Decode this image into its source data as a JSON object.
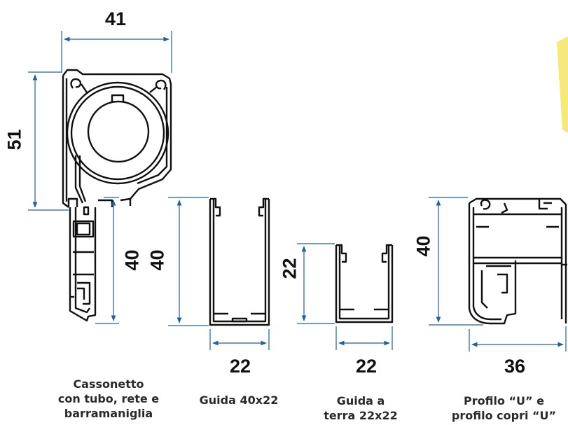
{
  "dimensions": {
    "cassonetto_width": "41",
    "cassonetto_height": "51",
    "cassonetto_guide_height_a": "40",
    "cassonetto_guide_height_b": "40",
    "guida_width": "22",
    "guida_terra_height": "22",
    "guida_terra_width": "22",
    "profilo_u_height": "40",
    "profilo_u_width": "36"
  },
  "captions": {
    "cassonetto": [
      "Cassonetto",
      "con tubo, rete e",
      "barramaniglia"
    ],
    "guida": [
      "Guida 40x22"
    ],
    "guida_terra": [
      "Guida a",
      "terra 22x22"
    ],
    "profilo_u": [
      "Profilo “U” e",
      "profilo copri “U”"
    ]
  },
  "colors": {
    "dimension_line": "#1f5fa8",
    "profile_stroke": "#111111",
    "accent": "#f5e66b"
  }
}
